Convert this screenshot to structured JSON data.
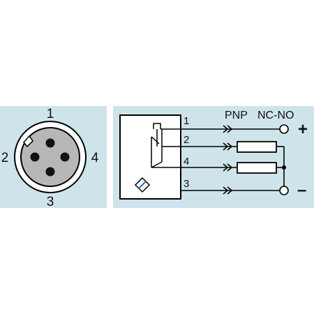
{
  "connector": {
    "pins": {
      "top": "1",
      "left": "2",
      "right": "4",
      "bottom": "3"
    }
  },
  "wiring": {
    "wires": [
      "1",
      "2",
      "4",
      "3"
    ],
    "output_type": "PNP",
    "contact_type": "NC-NO",
    "plus": "+",
    "minus": "–"
  },
  "colors": {
    "panel": "#cfe3eb",
    "connector_face": "#b7b7b7",
    "line": "#000000",
    "white": "#ffffff"
  }
}
